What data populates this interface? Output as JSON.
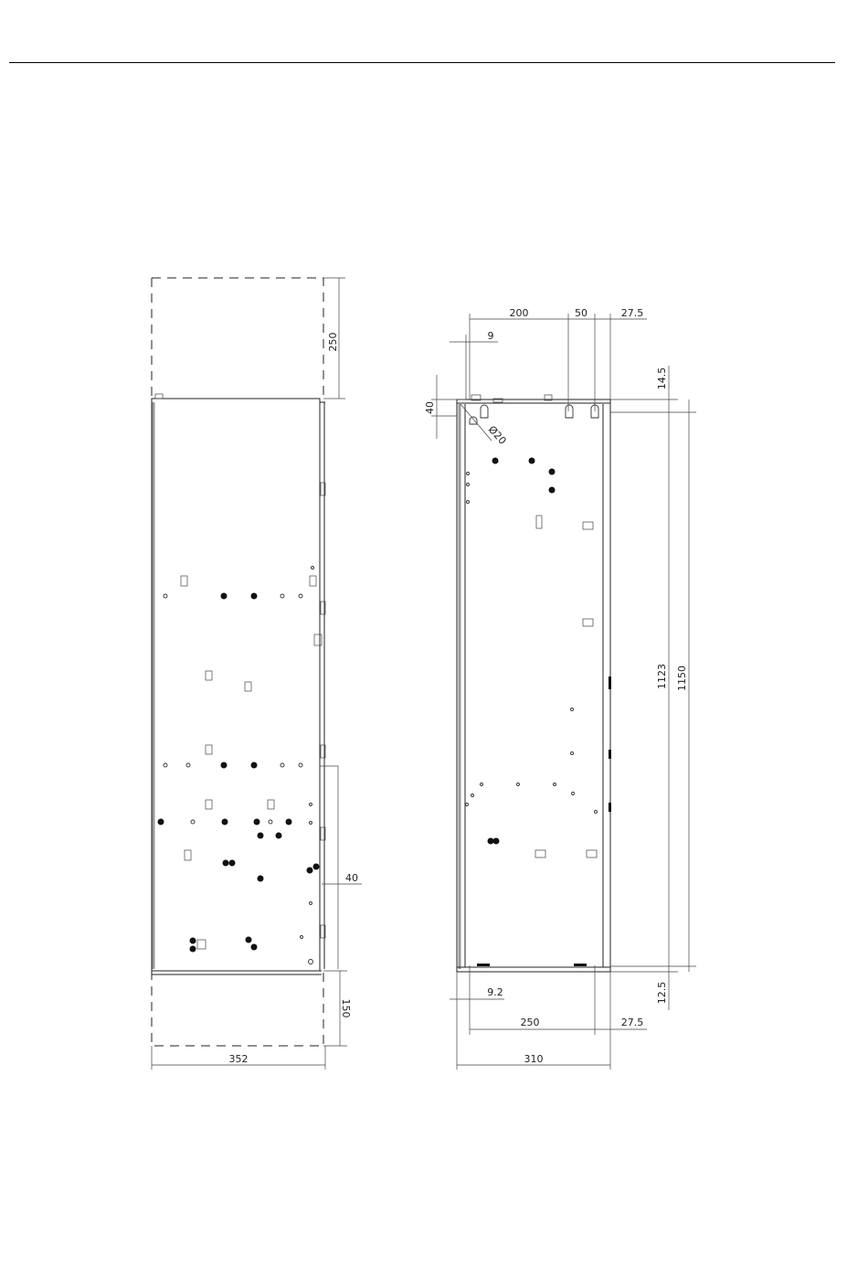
{
  "side_view": {
    "dims": {
      "top_clearance": "250",
      "bottom_clearance": "150",
      "width": "352",
      "side_offset": "40"
    }
  },
  "rear_view": {
    "dims": {
      "hole_spacing_200": "200",
      "hole_spacing_50": "50",
      "right_offset_top": "27.5",
      "slot_width": "9",
      "slot_height": "40",
      "hole_diameter": "Ø20",
      "top_offset": "14.5",
      "inner_height": "1123",
      "total_height": "1150",
      "bottom_offset": "12.5",
      "bottom_slot": "9.2",
      "bottom_spacing": "250",
      "right_offset_bottom": "27.5",
      "width": "310"
    }
  }
}
